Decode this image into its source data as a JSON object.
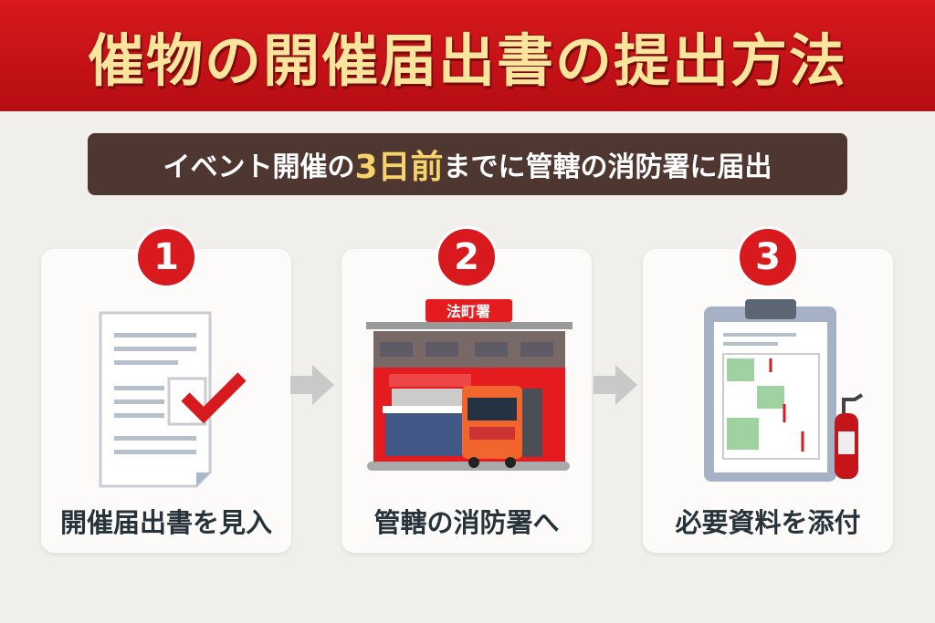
{
  "title": "催物の開催届出書の提出方法",
  "subtitle": {
    "pre": "イベント開催の",
    "highlight": "3日前",
    "post": "までに管轄の消防署に届出"
  },
  "steps": [
    {
      "number": "1",
      "label": "開催届出書を見入"
    },
    {
      "number": "2",
      "label": "管轄の消防署へ",
      "sign": "法町署"
    },
    {
      "number": "3",
      "label": "必要資料を添付"
    }
  ],
  "colors": {
    "red": "#d8191e",
    "title": "#fbe49b",
    "subtitle_bg": "#4e3631",
    "highlight": "#f7d36b"
  }
}
